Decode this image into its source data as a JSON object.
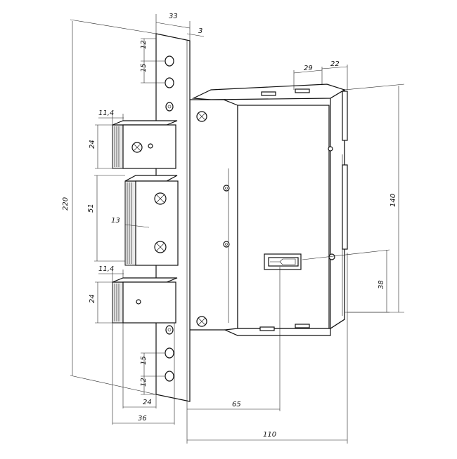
{
  "drawing": {
    "subject": "",
    "dimensions": {
      "front_width": "33",
      "plate_thickness": "3",
      "top_hole_offset": "12",
      "top_hole_pitch": "15",
      "bolt_top_depth": "11,4",
      "bolt_top_height": "24",
      "bolt_mid_height": "51",
      "bolt_mid_offset": "13",
      "bolt_bottom_depth": "11,4",
      "bolt_bottom_height": "24",
      "total_height": "220",
      "bottom_hole_pitch": "15",
      "bottom_hole_offset": "12",
      "bolt_projection": "24",
      "bolt_projection_total": "36",
      "backset": "65",
      "body_depth": "110",
      "top_offset_a": "29",
      "top_offset_b": "22",
      "body_height": "140",
      "cylinder_height": "38"
    }
  }
}
